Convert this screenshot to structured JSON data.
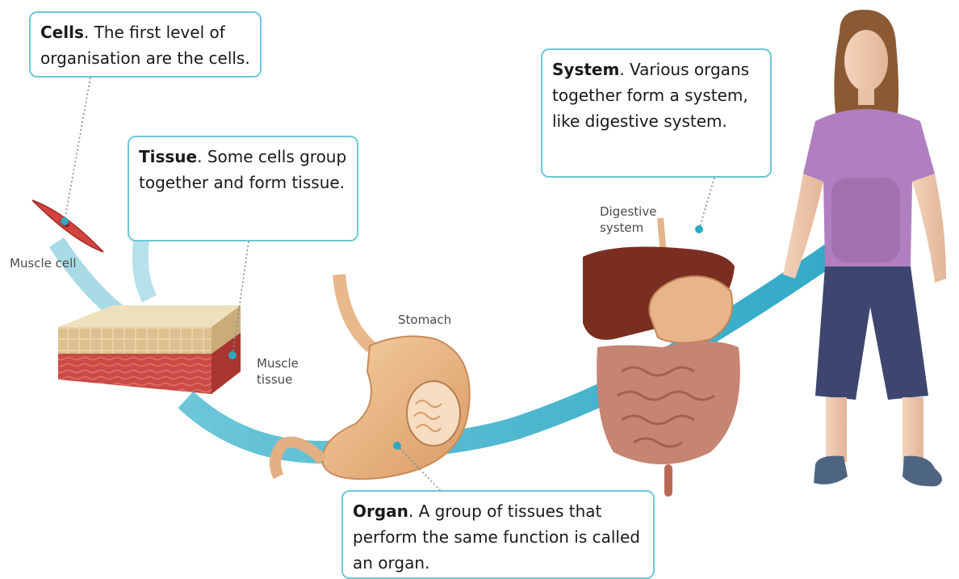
{
  "callouts": {
    "cells": {
      "title": "Cells",
      "text": ". The first level of organisation are the cells."
    },
    "tissue": {
      "title": "Tissue",
      "text": ". Some cells group together and form tissue."
    },
    "system": {
      "title": "System",
      "text": ". Various organs together form a system, like digestive system."
    },
    "organ": {
      "title": "Organ",
      "text": ". A group of tissues that perform the same function is called an organ."
    }
  },
  "labels": {
    "muscle_cell": "Muscle cell",
    "muscle_tissue": "Muscle tissue",
    "stomach": "Stomach",
    "digestive_system": "Digestive system"
  },
  "colors": {
    "callout_border": "#6ec6d6",
    "arrow": "#3aaec8",
    "dot": "#2fa8c2",
    "shirt": "#b07fc0",
    "pants": "#3e4670"
  }
}
